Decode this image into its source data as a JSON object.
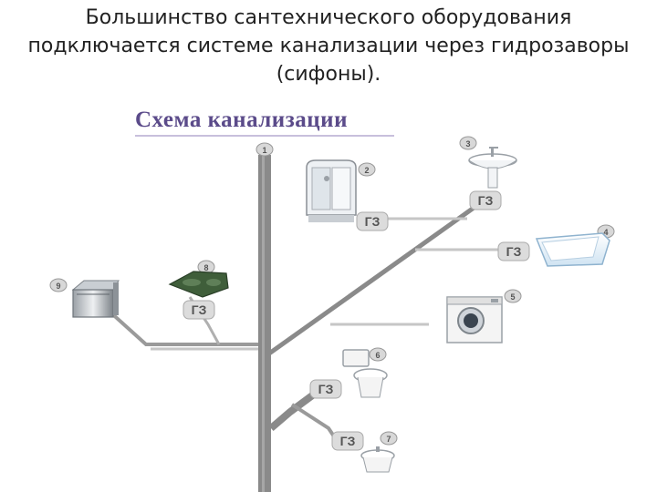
{
  "slide": {
    "title_lines": [
      "Большинство сантехнического оборудования",
      "подключается  системе канализации через гидрозаворы",
      "(сифоны)."
    ]
  },
  "scheme": {
    "title": "Схема канализации",
    "trap_label": "ГЗ",
    "markers": [
      "1",
      "2",
      "3",
      "4",
      "5",
      "6",
      "7",
      "8",
      "9"
    ]
  },
  "colors": {
    "pipe": "#8a8a8a",
    "pipe_light": "#c6c6c6",
    "badge_fill": "#dcdcdc",
    "badge_text": "#555555",
    "title": "#5b4b8a"
  },
  "icons": {
    "shower": "shower-cabin-icon",
    "sink": "washbasin-icon",
    "bath": "bathtub-icon",
    "washer": "washing-machine-icon",
    "toilet": "toilet-icon",
    "bidet": "bidet-icon",
    "kitchen_sink": "kitchen-sink-icon",
    "dishwasher": "dishwasher-icon"
  }
}
